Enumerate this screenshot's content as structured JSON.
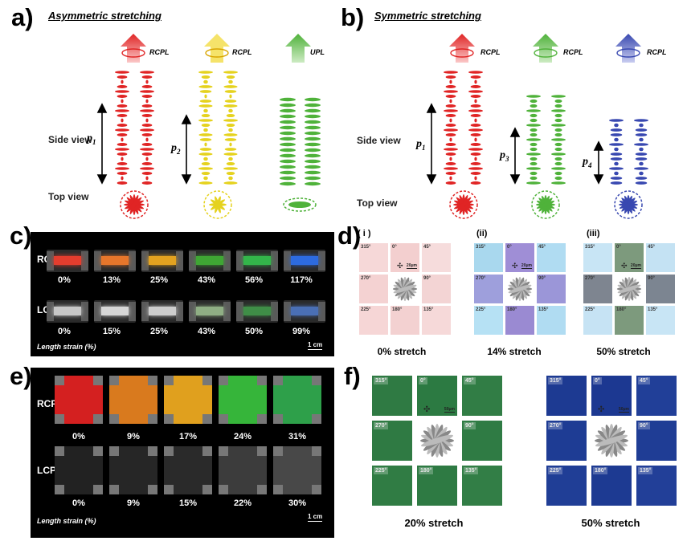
{
  "panel_a": {
    "label": "a)",
    "title": "Asymmetric stretching",
    "tags": [
      "RCPL",
      "RCPL",
      "UPL"
    ],
    "side_view": "Side view",
    "top_view": "Top view",
    "p1": "p",
    "p1s": "1",
    "p2": "p",
    "p2s": "2"
  },
  "panel_b": {
    "label": "b)",
    "title": "Symmetric stretching",
    "tags": [
      "RCPL",
      "RCPL",
      "RCPL"
    ],
    "side_view": "Side view",
    "top_view": "Top view",
    "p1": "p",
    "p1s": "1",
    "p3": "p",
    "p3s": "3",
    "p4": "p",
    "p4s": "4"
  },
  "panel_c": {
    "label": "c)",
    "rcp": "RCP",
    "lcp": "LCP",
    "rcp_strains": [
      "0%",
      "13%",
      "25%",
      "43%",
      "56%",
      "117%"
    ],
    "lcp_strains": [
      "0%",
      "15%",
      "25%",
      "43%",
      "50%",
      "99%"
    ],
    "axis": "Length strain (%)",
    "scale": "1 cm"
  },
  "panel_d": {
    "label": "d)",
    "subs": [
      "( i )",
      "(ii)",
      "(iii)"
    ],
    "angles": {
      "a0": "0°",
      "a45": "45°",
      "a90": "90°",
      "a135": "135°",
      "a180": "180°",
      "a225": "225°",
      "a270": "270°",
      "a315": "315°"
    },
    "scale": "20μm",
    "captions": [
      "0% stretch",
      "14% stretch",
      "50% stretch"
    ]
  },
  "panel_e": {
    "label": "e)",
    "rcp": "RCP",
    "lcp": "LCP",
    "rcp_strains": [
      "0%",
      "9%",
      "17%",
      "24%",
      "31%"
    ],
    "lcp_strains": [
      "0%",
      "9%",
      "15%",
      "22%",
      "30%"
    ],
    "axis": "Length strain (%)",
    "scale": "1 cm"
  },
  "panel_f": {
    "label": "f)",
    "scale": "50μm",
    "captions": [
      "20% stretch",
      "50% stretch"
    ]
  },
  "colors": {
    "red": "#e02424",
    "yellow": "#e5d21e",
    "green": "#4fb23a",
    "blue": "#3848b0"
  }
}
